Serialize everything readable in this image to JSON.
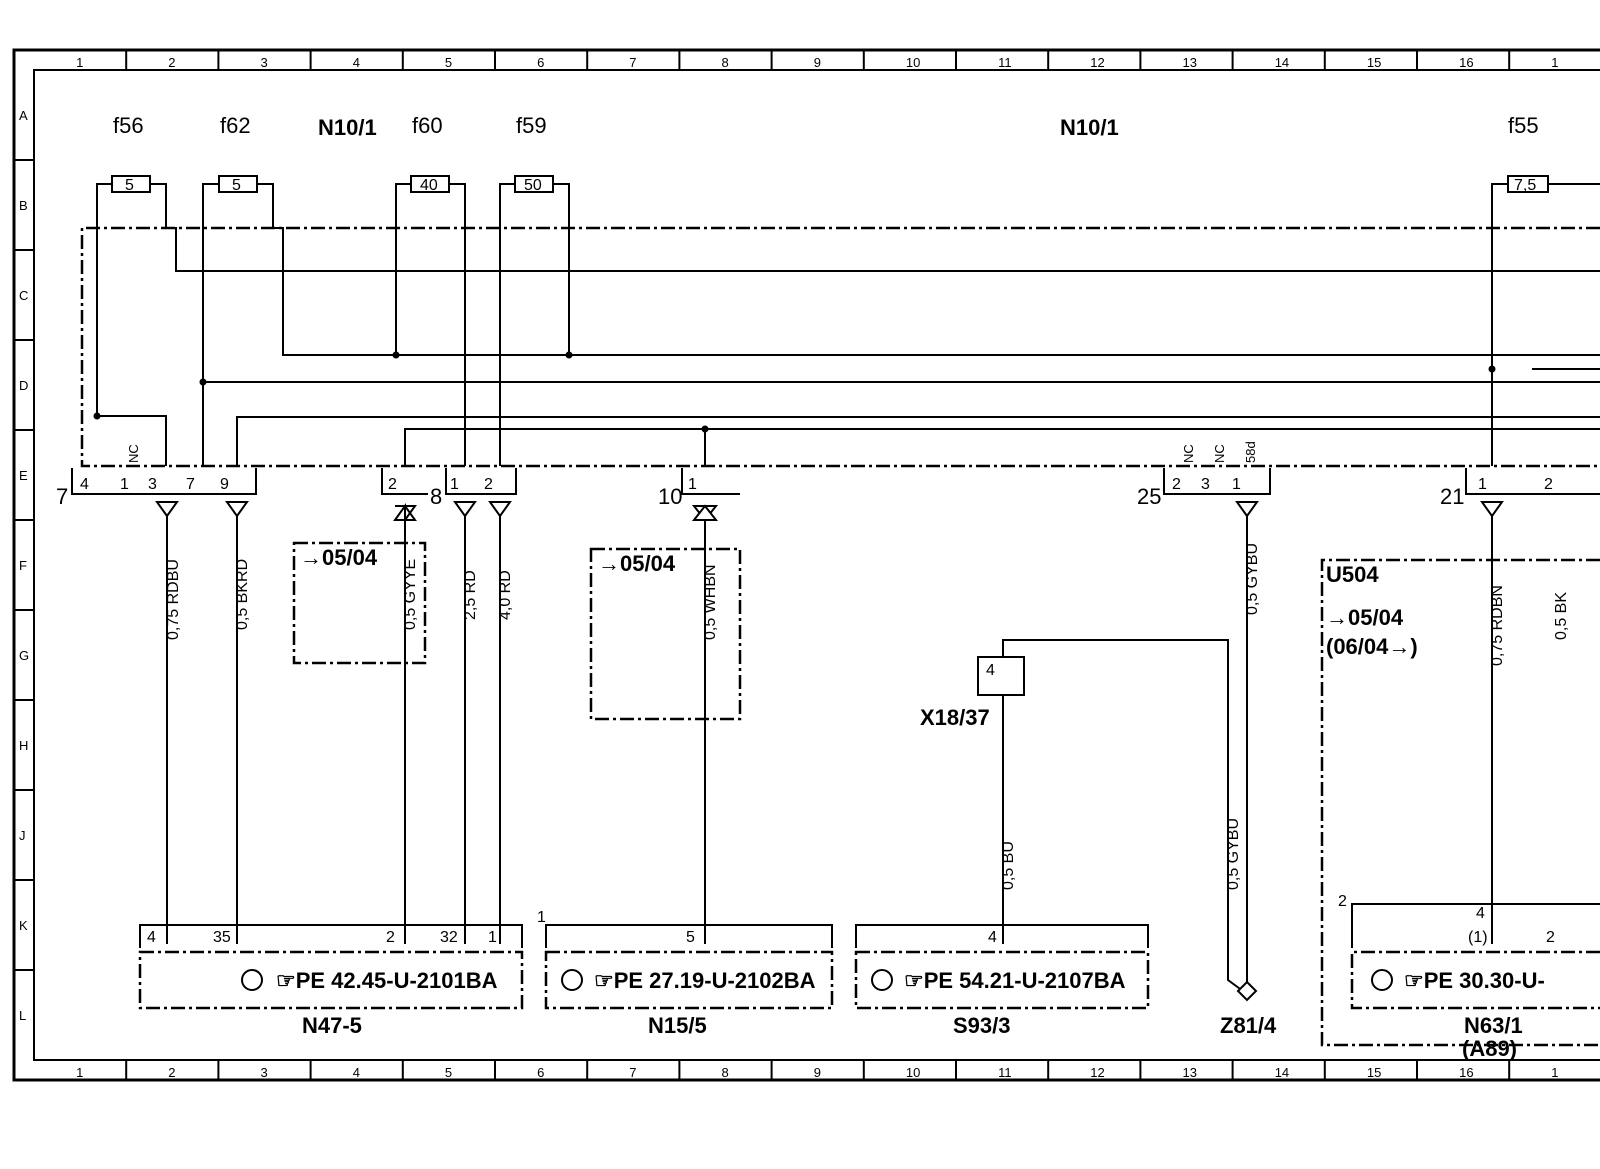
{
  "columns": [
    "1",
    "2",
    "3",
    "4",
    "5",
    "6",
    "7",
    "8",
    "9",
    "10",
    "11",
    "12",
    "13",
    "14",
    "15",
    "16",
    "1"
  ],
  "rows": [
    "A",
    "B",
    "C",
    "D",
    "E",
    "F",
    "G",
    "H",
    "J",
    "K",
    "L"
  ],
  "fuses": [
    {
      "name": "f56",
      "rating": "5"
    },
    {
      "name": "f62",
      "rating": "5"
    },
    {
      "name": "f60",
      "rating": "40"
    },
    {
      "name": "f59",
      "rating": "50"
    },
    {
      "name": "f55",
      "rating": "7,5"
    }
  ],
  "module_labels": {
    "n10_left": "N10/1",
    "n10_right": "N10/1"
  },
  "connectors": {
    "c7": "7",
    "c8": "8",
    "c10": "10",
    "c25": "25",
    "c21": "21"
  },
  "pins": {
    "c7": [
      "4",
      "1",
      "3",
      "7",
      "9"
    ],
    "c7b": [
      "2"
    ],
    "c8": [
      "1",
      "2"
    ],
    "c10": [
      "1"
    ],
    "c25": [
      "2",
      "3",
      "1"
    ],
    "c21": [
      "1",
      "2"
    ]
  },
  "nc_marks": [
    "NC",
    "NC",
    "NC",
    "58d"
  ],
  "wires": {
    "w1": "0,75 RDBU",
    "w2": "0,5 BKRD",
    "w3": "0,5 GYYE",
    "w4": "2,5 RD",
    "w5": "4,0 RD",
    "w6": "0,5 WHBN",
    "w7": "0,5 GYBU",
    "w8": "0,5 BU",
    "w9": "0,5 GYBU",
    "w10": "0,75 RDBN",
    "w11": "0,5 BK"
  },
  "date_notes": {
    "d1": "→05/04",
    "d2": "→05/04",
    "d3": "→05/04",
    "d3b": "(06/04→)"
  },
  "u504": "U504",
  "x18": "X18/37",
  "x18_pin": "4",
  "components": [
    {
      "name": "N47-5",
      "ref": "☞PE  42.45-U-2101BA",
      "pins": [
        "4",
        "35",
        "2",
        "32",
        "1"
      ]
    },
    {
      "name": "N15/5",
      "ref": "☞PE  27.19-U-2102BA",
      "pins": [
        "5"
      ],
      "corner": "1"
    },
    {
      "name": "S93/3",
      "ref": "☞PE  54.21-U-2107BA",
      "pins": [
        "4"
      ]
    },
    {
      "name": "N63/1",
      "ref": "☞PE  30.30-U-",
      "pins": [
        "4",
        "(1)",
        "2"
      ],
      "corner": "2",
      "sub": "(A89)"
    }
  ],
  "z81": "Z81/4"
}
